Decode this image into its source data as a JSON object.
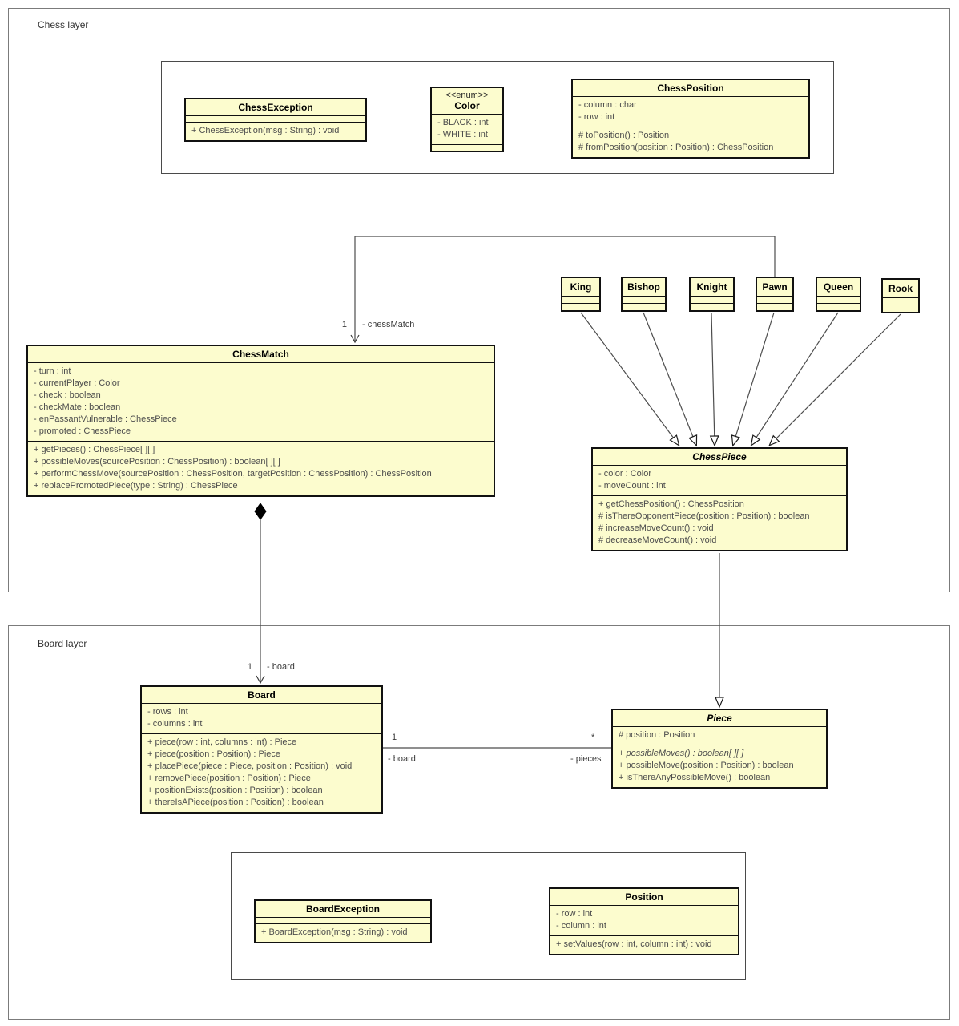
{
  "layers": {
    "chess": "Chess layer",
    "board": "Board layer"
  },
  "classes": {
    "chessException": {
      "name": "ChessException",
      "methods": [
        "+ ChessException(msg : String) : void"
      ]
    },
    "color": {
      "stereotype": "<<enum>>",
      "name": "Color",
      "attributes": [
        "- BLACK : int",
        "- WHITE : int"
      ]
    },
    "chessPosition": {
      "name": "ChessPosition",
      "attributes": [
        "- column : char",
        "- row : int"
      ],
      "methods": [
        "# toPosition() : Position",
        "# fromPosition(position : Position) : ChessPosition"
      ]
    },
    "chessMatch": {
      "name": "ChessMatch",
      "attributes": [
        "- turn : int",
        "- currentPlayer : Color",
        "- check : boolean",
        "- checkMate : boolean",
        "- enPassantVulnerable : ChessPiece",
        "- promoted : ChessPiece"
      ],
      "methods": [
        "+ getPieces() : ChessPiece[ ][ ]",
        "+ possibleMoves(sourcePosition : ChessPosition) : boolean[ ][ ]",
        "+ performChessMove(sourcePosition : ChessPosition, targetPosition : ChessPosition) : ChessPosition",
        "+ replacePromotedPiece(type : String) : ChessPiece"
      ]
    },
    "king": {
      "name": "King"
    },
    "bishop": {
      "name": "Bishop"
    },
    "knight": {
      "name": "Knight"
    },
    "pawn": {
      "name": "Pawn"
    },
    "queen": {
      "name": "Queen"
    },
    "rook": {
      "name": "Rook"
    },
    "chessPiece": {
      "name": "ChessPiece",
      "attributes": [
        "- color : Color",
        "- moveCount : int"
      ],
      "methods": [
        "+ getChessPosition() : ChessPosition",
        "# isThereOpponentPiece(position : Position) : boolean",
        "# increaseMoveCount() : void",
        "# decreaseMoveCount() : void"
      ]
    },
    "board": {
      "name": "Board",
      "attributes": [
        "- rows : int",
        "- columns : int"
      ],
      "methods": [
        "+ piece(row : int, columns : int) : Piece",
        "+ piece(position : Position) : Piece",
        "+ placePiece(piece : Piece, position : Position) : void",
        "+ removePiece(position : Position) : Piece",
        "+ positionExists(position : Position) : boolean",
        "+ thereIsAPiece(position : Position) : boolean"
      ]
    },
    "piece": {
      "name": "Piece",
      "attributes": [
        "# position : Position"
      ],
      "methods": [
        "+ possibleMoves() : boolean[ ][ ]",
        "+ possibleMove(position : Position) : boolean",
        "+ isThereAnyPossibleMove() : boolean"
      ]
    },
    "boardException": {
      "name": "BoardException",
      "methods": [
        "+ BoardException(msg : String) : void"
      ]
    },
    "position": {
      "name": "Position",
      "attributes": [
        "- row : int",
        "- column : int"
      ],
      "methods": [
        "+ setValues(row : int, column : int) : void"
      ]
    }
  },
  "edges": {
    "pawnChessMatch": {
      "multiplicity": "1",
      "role": "- chessMatch"
    },
    "matchBoard": {
      "multiplicity": "1",
      "role": "- board"
    },
    "boardPiece": {
      "boardMultiplicity": "1",
      "boardRole": "- board",
      "pieceMultiplicity": "*",
      "pieceRole": "- pieces"
    }
  },
  "colors": {
    "classFill": "#FCFCCE",
    "classBorder": "#111111",
    "frameBorder": "#7B7B7B",
    "memberText": "#4D4D4D"
  }
}
